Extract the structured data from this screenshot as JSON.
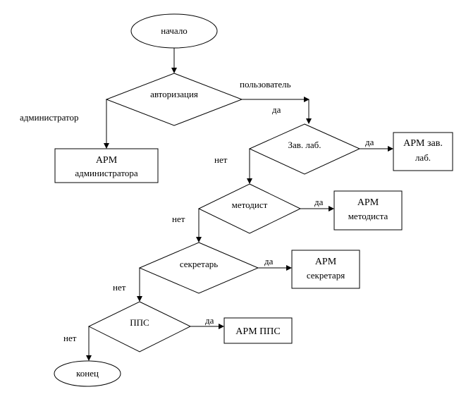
{
  "nodes": {
    "start": {
      "label": "начало",
      "shape": "terminator"
    },
    "auth": {
      "label": "авторизация",
      "shape": "decision"
    },
    "zavlab": {
      "label": "Зав. лаб.",
      "shape": "decision"
    },
    "metodist": {
      "label": "методист",
      "shape": "decision"
    },
    "sekretar": {
      "label": "секретарь",
      "shape": "decision"
    },
    "pps": {
      "label": "ППС",
      "shape": "decision"
    },
    "end": {
      "label": "конец",
      "shape": "terminator"
    },
    "arm_admin": {
      "line1": "АРМ",
      "line2": "администратора",
      "shape": "process"
    },
    "arm_zavlab": {
      "line1": "АРМ зав.",
      "line2": "лаб.",
      "shape": "process"
    },
    "arm_metodist": {
      "line1": "АРМ",
      "line2": "методиста",
      "shape": "process"
    },
    "arm_sekretar": {
      "line1": "АРМ",
      "line2": "секретаря",
      "shape": "process"
    },
    "arm_pps": {
      "line1": "АРМ ППС",
      "shape": "process"
    }
  },
  "edges": {
    "auth_admin": {
      "label": "администратор"
    },
    "auth_user": {
      "label": "пользователь"
    },
    "auth_user_yes": {
      "label": "да"
    },
    "zavlab_yes": {
      "label": "да"
    },
    "zavlab_no": {
      "label": "нет"
    },
    "metodist_yes": {
      "label": "да"
    },
    "metodist_no": {
      "label": "нет"
    },
    "sekretar_yes": {
      "label": "да"
    },
    "sekretar_no": {
      "label": "нет"
    },
    "pps_yes": {
      "label": "да"
    },
    "pps_no": {
      "label": "нет"
    }
  }
}
